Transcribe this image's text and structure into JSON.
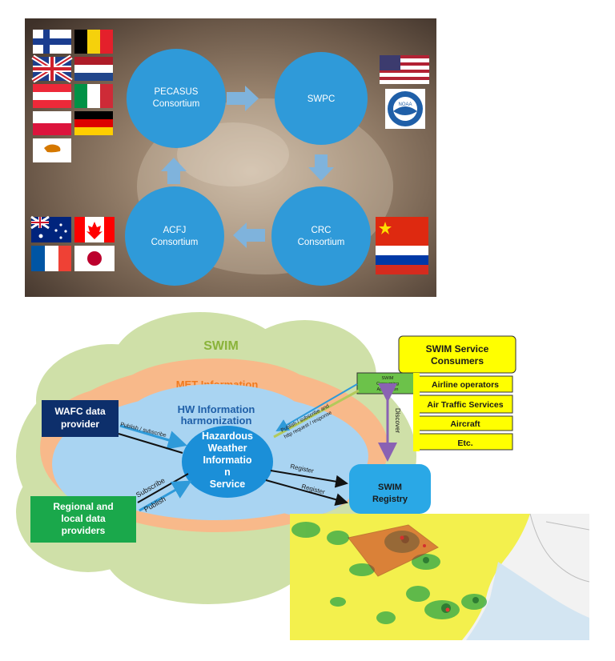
{
  "top_diagram": {
    "nodes": {
      "pecasus": [
        "PECASUS",
        "Consortium"
      ],
      "swpc": "SWPC",
      "crc": [
        "CRC",
        "Consortium"
      ],
      "acfj": [
        "ACFJ",
        "Consortium"
      ]
    },
    "colors": {
      "node_fill": "#2f9ad9",
      "arrow_fill": "#7fb3dc",
      "background": "#5a4a3e"
    },
    "flags": {
      "pecasus": [
        "finland-flag",
        "belgium-flag",
        "uk-flag",
        "netherlands-flag",
        "austria-flag",
        "italy-flag",
        "poland-flag",
        "germany-flag",
        "cyprus-flag"
      ],
      "swpc": [
        "usa-flag",
        "noaa-logo"
      ],
      "crc": [
        "china-flag",
        "russia-flag"
      ],
      "acfj": [
        "australia-flag",
        "canada-flag",
        "france-flag",
        "japan-flag"
      ]
    },
    "noaa_logo_text": "NOAA"
  },
  "bottom_diagram": {
    "cloud_title": "SWIM",
    "met_title": "MET Information",
    "harmonization": [
      "HW Information",
      "harmonization"
    ],
    "service": [
      "Hazardous",
      "Weather",
      "Informatio",
      "n",
      "Service"
    ],
    "wafc": [
      "WAFC data",
      "provider"
    ],
    "regional": [
      "Regional and",
      "local data",
      "providers"
    ],
    "consuming_app": [
      "SWIM",
      "Consuming",
      "Application"
    ],
    "registry": [
      "SWIM",
      "Registry"
    ],
    "consumers_header": [
      "SWIM Service",
      "Consumers"
    ],
    "consumers": [
      "Airline operators",
      "Air Traffic Services",
      "Aircraft",
      "Etc."
    ],
    "edge_labels": {
      "publish_subscribe": "Publish / subscribe",
      "subscribe": "Subscribe",
      "publish": "Publish",
      "publish_request": [
        "Publish / subscribe and",
        "http request / response"
      ],
      "register_1": "Register",
      "register_2": "Register",
      "discover": "Discover"
    },
    "colors": {
      "cloud_outer": "#cfe0a8",
      "met_band": "#f8b98a",
      "inner_cloud": "#a9d4f2",
      "service_fill": "#1b8fd8",
      "wafc_fill": "#0d2f6b",
      "regional_fill": "#1aa84b",
      "consumer_fill": "#ffff00",
      "registry_fill": "#2aa8e6"
    }
  }
}
